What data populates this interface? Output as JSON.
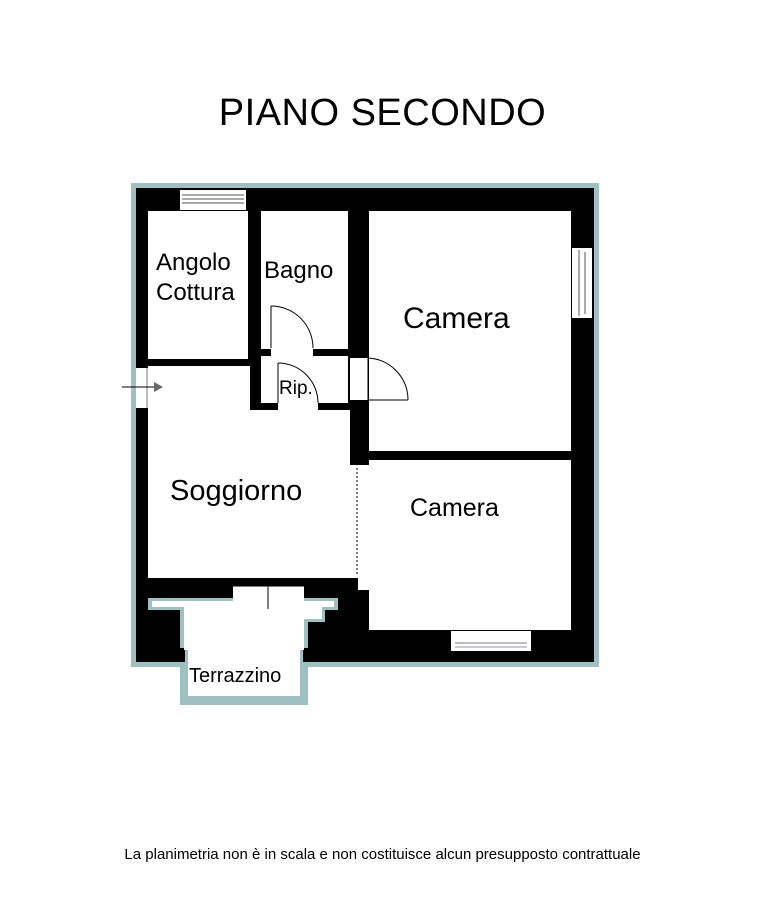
{
  "title": "PIANO SECONDO",
  "rooms": {
    "angolo_cottura_line1": "Angolo",
    "angolo_cottura_line2": "Cottura",
    "bagno": "Bagno",
    "camera_1": "Camera",
    "ripostiglio": "Rip.",
    "soggiorno": "Soggiorno",
    "camera_2": "Camera",
    "terrazzino": "Terrazzino"
  },
  "footer_note": "La planimetria non è in scala e non costituisce alcun presupposto contrattuale",
  "colors": {
    "wall": "#000000",
    "outline": "#9fbfc0",
    "floor": "#ffffff"
  }
}
